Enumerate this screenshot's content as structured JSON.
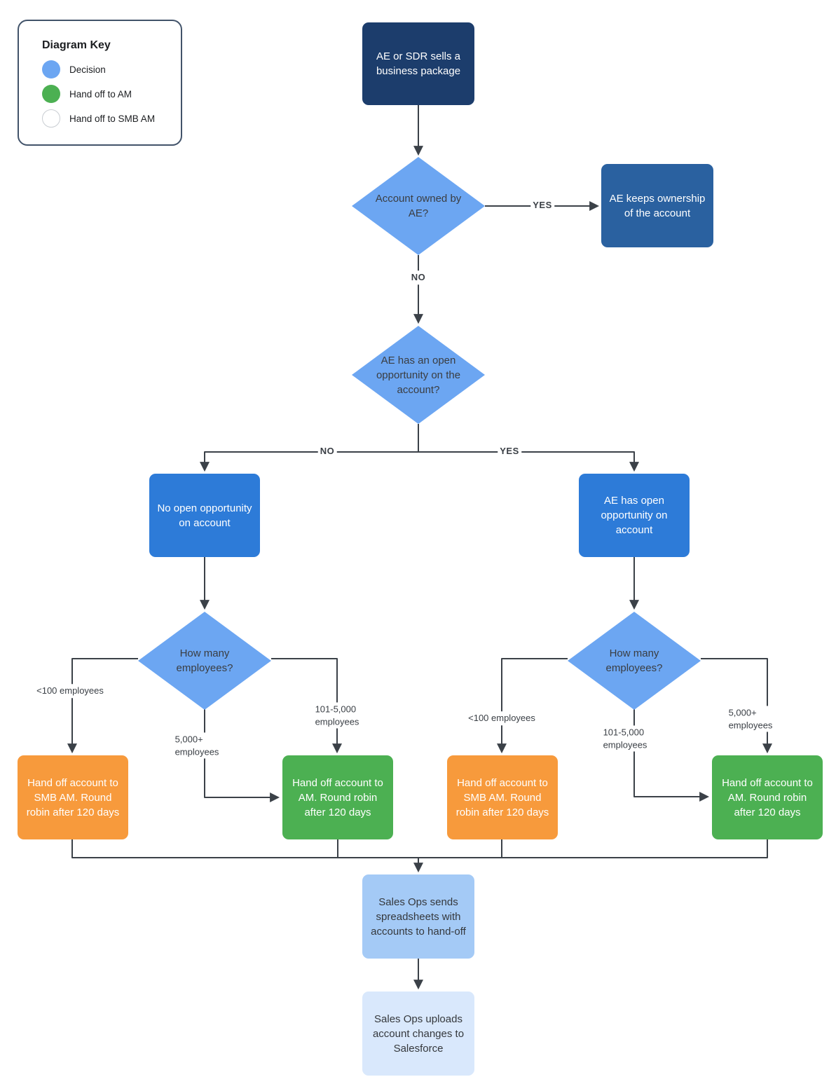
{
  "legend": {
    "title": "Diagram Key",
    "items": [
      {
        "label": "Decision",
        "color": "#6ca6f2"
      },
      {
        "label": "Hand off to AM",
        "color": "#4cb052"
      },
      {
        "label": "Hand off to SMB AM",
        "color": "#ffffff"
      }
    ]
  },
  "nodes": {
    "start": "AE or SDR sells a business package",
    "decision_owned": "Account owned by AE?",
    "ae_keeps": "AE keeps ownership of the account",
    "decision_open_opp": "AE has an open opportunity on the account?",
    "no_open_opp": "No open opportunity on account",
    "has_open_opp": "AE has open opportunity on account",
    "decision_employees_left": "How many employees?",
    "decision_employees_right": "How many employees?",
    "handoff_smb_left": "Hand off account to SMB AM. Round robin after 120 days",
    "handoff_am_left": "Hand off account to AM. Round robin after 120 days",
    "handoff_smb_right": "Hand off account to SMB AM. Round robin after 120 days",
    "handoff_am_right": "Hand off account to AM. Round robin after 120 days",
    "sales_ops_send": "Sales Ops sends spreadsheets with accounts to hand-off",
    "sales_ops_upload": "Sales Ops uploads account changes to Salesforce"
  },
  "edge_labels": {
    "yes_owned": "YES",
    "no_owned": "NO",
    "no_open_opp": "NO",
    "yes_open_opp": "YES",
    "left_lt100": "<100 employees",
    "left_5000plus": "5,000+\nemployees",
    "left_101_5000": "101-5,000\nemployees",
    "right_lt100": "<100 employees",
    "right_101_5000": "101-5,000\nemployees",
    "right_5000plus": "5,000+\nemployees"
  },
  "colors": {
    "dark_navy": "#1c3d6c",
    "medium_blue": "#2a61a0",
    "bright_blue": "#2d7bd8",
    "decision_blue": "#6ca6f2",
    "green": "#4cb052",
    "orange": "#f79a3c",
    "light_blue": "#a4caf6",
    "pale_blue": "#d9e8fc",
    "connector": "#3b4148"
  }
}
